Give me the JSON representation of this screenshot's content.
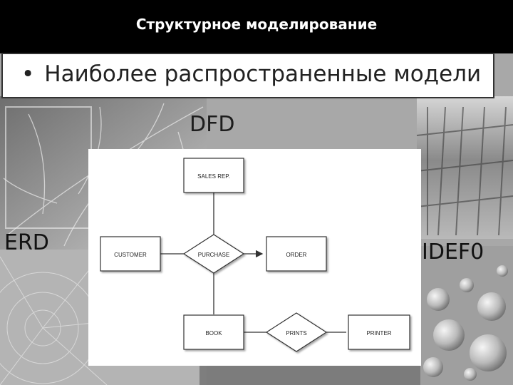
{
  "slide": {
    "title": "Структурное моделирование",
    "bullet": "Наиболее распространенные модели",
    "bullet_marker": "•"
  },
  "models": {
    "dfd": "DFD",
    "erd": "ERD",
    "idef0": "IDEF0"
  },
  "erd_diagram": {
    "entities": {
      "sales_rep": "SALES REP.",
      "customer": "CUSTOMER",
      "order": "ORDER",
      "book": "BOOK",
      "printer": "PRINTER"
    },
    "relationships": {
      "purchase": "PURCHASE",
      "prints": "PRINTS"
    }
  },
  "colors": {
    "title_bar": "#000000",
    "title_text": "#ffffff",
    "bullet_box": "#ffffff",
    "diagram_line": "#333333"
  }
}
